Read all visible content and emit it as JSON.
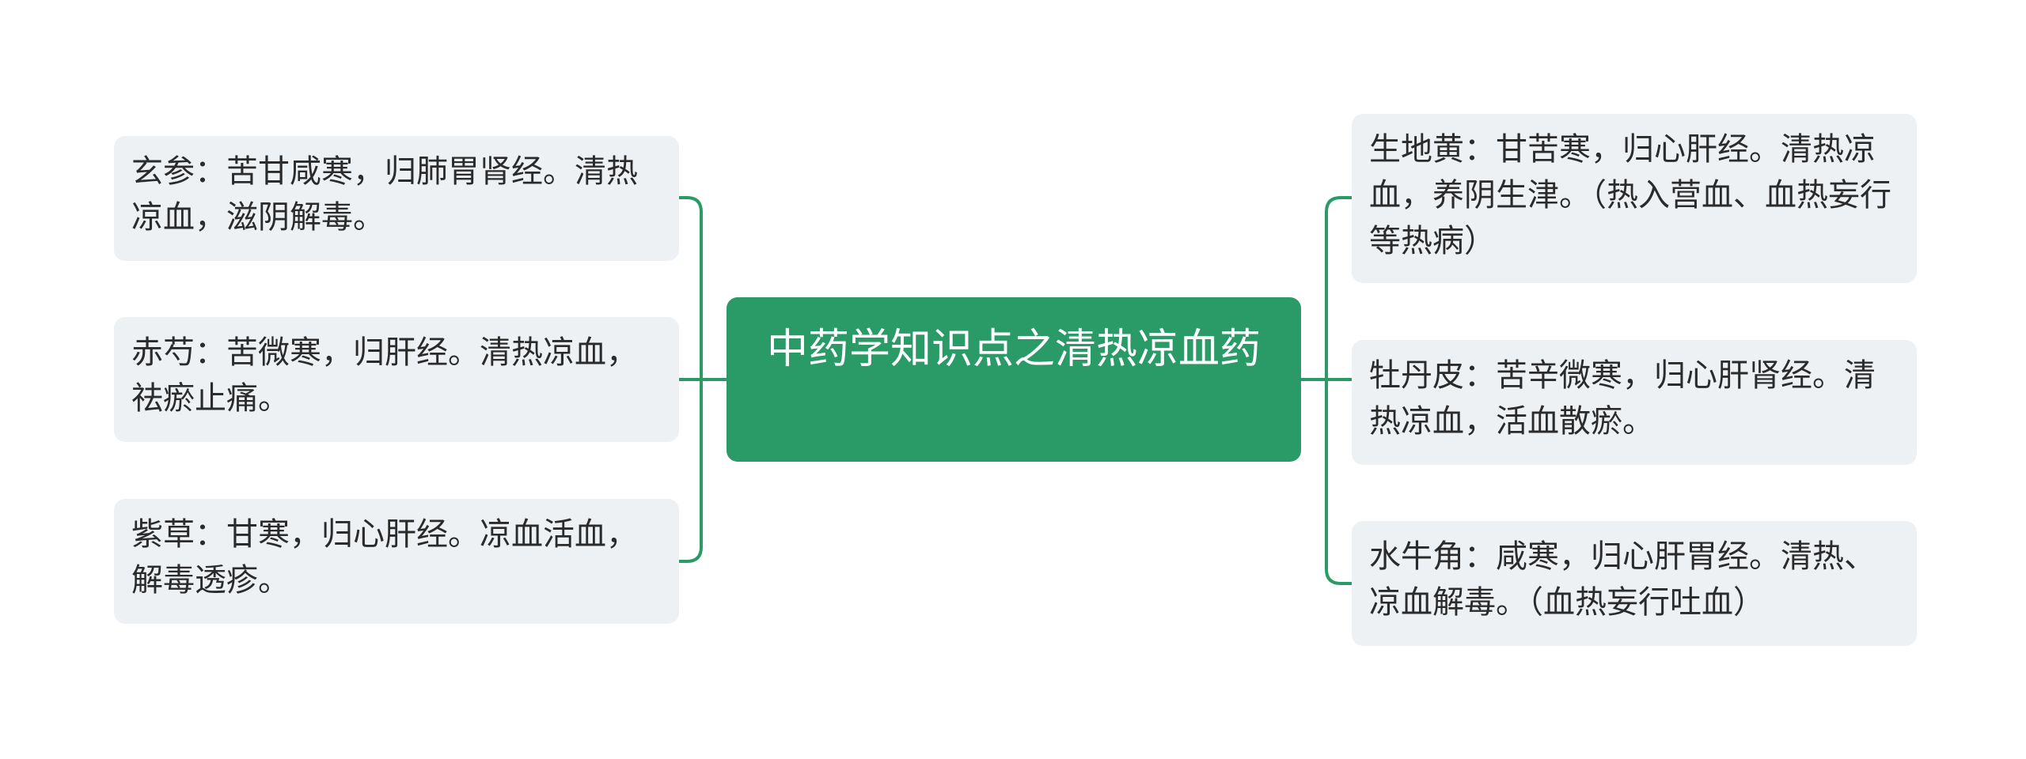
{
  "colors": {
    "root_fill": "#2a9a66",
    "node_fill": "#eef1f4",
    "connector": "#2a9a66",
    "text": "#2b2b2b"
  },
  "root": {
    "text": "中药学知识点之清热凉血药"
  },
  "left_nodes": [
    {
      "text": "玄参：苦甘咸寒，归肺胃肾经。清热凉血，滋阴解毒。"
    },
    {
      "text": "赤芍：苦微寒，归肝经。清热凉血，祛瘀止痛。"
    },
    {
      "text": "紫草：甘寒，归心肝经。凉血活血，解毒透疹。"
    }
  ],
  "right_nodes": [
    {
      "text": "生地黄：甘苦寒，归心肝经。清热凉血，养阴生津。（热入营血、血热妄行等热病）"
    },
    {
      "text": "牡丹皮：苦辛微寒，归心肝肾经。清热凉血，活血散瘀。"
    },
    {
      "text": "水牛角：咸寒，归心肝胃经。清热、凉血解毒。（血热妄行吐血）"
    }
  ]
}
